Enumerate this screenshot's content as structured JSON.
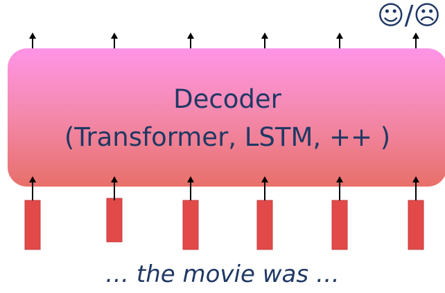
{
  "decoder": {
    "title": "Decoder",
    "subtitle": "(Transformer, LSTM, ++ )"
  },
  "input_text": "… the movie was …",
  "output_label": "☺/☹",
  "token_count": 6,
  "colors": {
    "text": "#1f3864",
    "token_bar": "#e24a4a",
    "token_bar_border": "#c63b3b",
    "arrow": "#000000",
    "box_top": "#ff94e6",
    "box_bottom": "#e8706a"
  }
}
